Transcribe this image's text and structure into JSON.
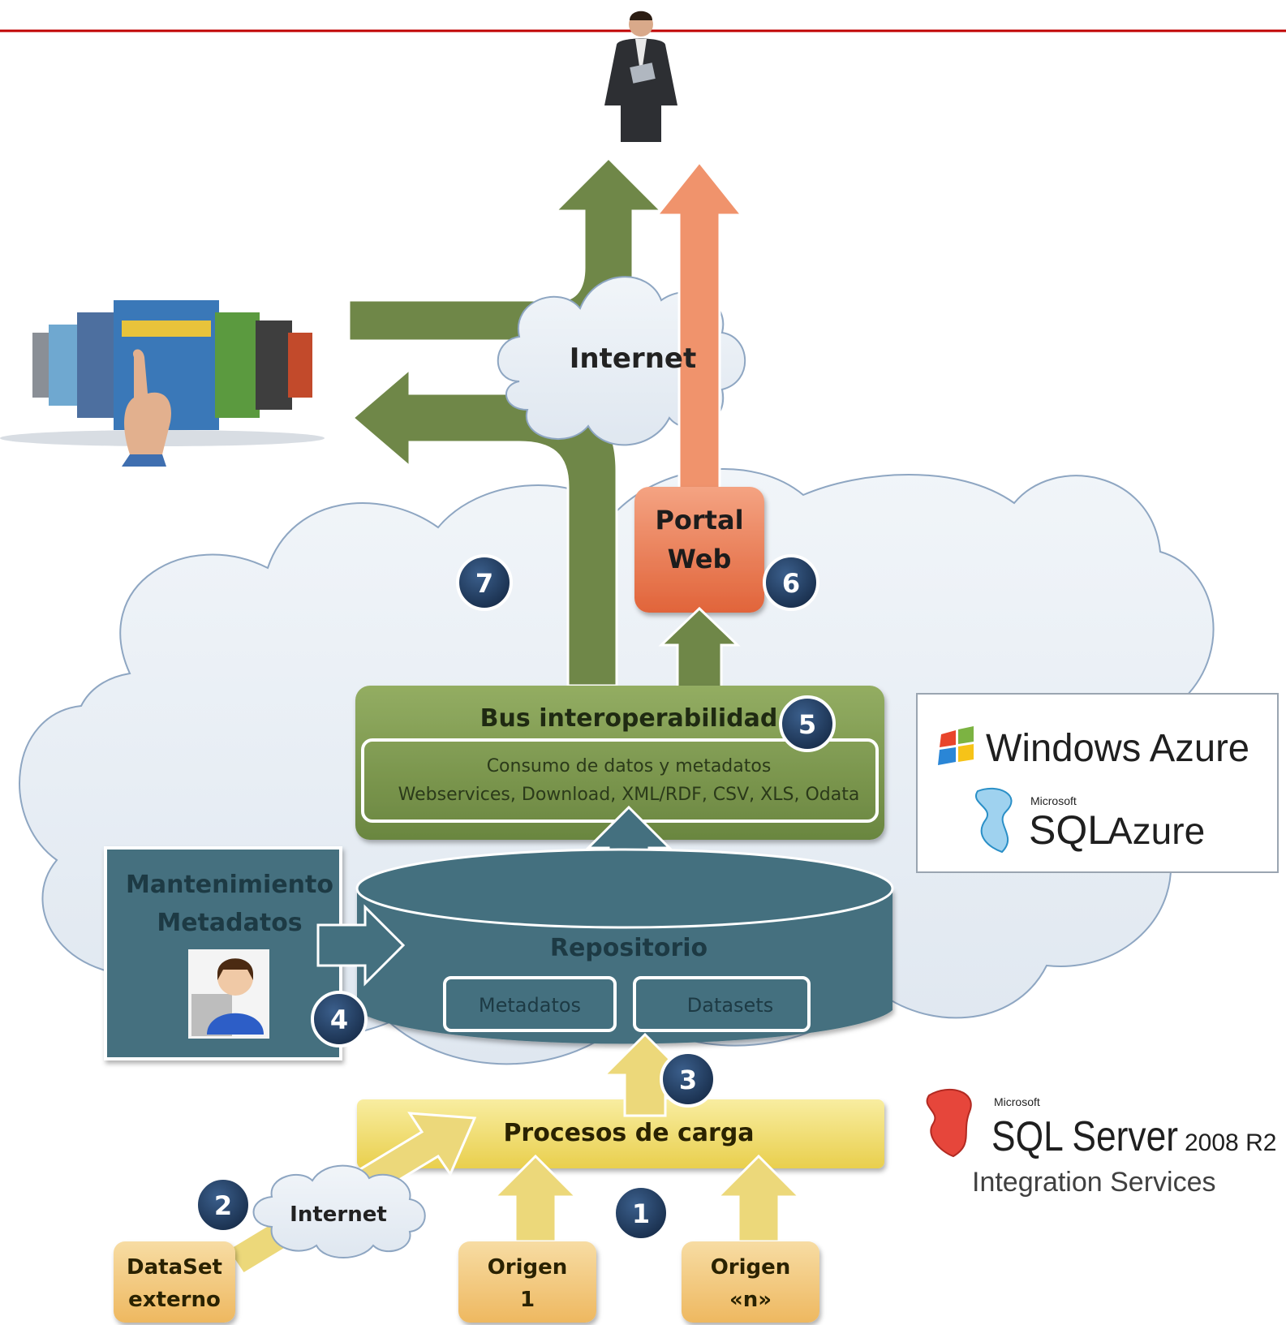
{
  "diagram": {
    "internet_top": "Internet",
    "internet_bottom": "Internet",
    "portal": {
      "line1": "Portal",
      "line2": "Web"
    },
    "bus": {
      "title": "Bus interoperabilidad",
      "sub1": "Consumo de datos y metadatos",
      "sub2": "Webservices, Download, XML/RDF, CSV, XLS, Odata"
    },
    "maintenance": {
      "line1": "Mantenimiento",
      "line2": "Metadatos"
    },
    "repository": {
      "title": "Repositorio",
      "metadatos": "Metadatos",
      "datasets": "Datasets"
    },
    "load": "Procesos de carga",
    "dataset_externo": {
      "line1": "DataSet",
      "line2": "externo"
    },
    "origen1": {
      "line1": "Origen",
      "line2": "1"
    },
    "origenn": {
      "line1": "Origen",
      "line2": "«n»"
    },
    "badges": [
      "1",
      "2",
      "3",
      "4",
      "5",
      "6",
      "7"
    ]
  },
  "logos": {
    "windows_azure": "Windows Azure",
    "microsoft_small": "Microsoft",
    "sql_azure_sql": "SQL",
    "sql_azure_azure": "Azure",
    "sqlserver_sql": "SQL Server",
    "sqlserver_version": "2008 R2",
    "integration_services": "Integration Services"
  },
  "colors": {
    "header_line": "#c00000",
    "arrow_green": "#6f8748",
    "arrow_salmon": "#f0936c",
    "arrow_yellow": "#ecd87a",
    "portal": "#ec7a4c",
    "bus": "#7e9a4e",
    "repo": "#44707f",
    "load": "#f2dd6a",
    "source": "#f2c97c",
    "badge": "#1f3b5f",
    "cloud_fill": "#e7eef5",
    "cloud_stroke": "#8ea6c2"
  }
}
